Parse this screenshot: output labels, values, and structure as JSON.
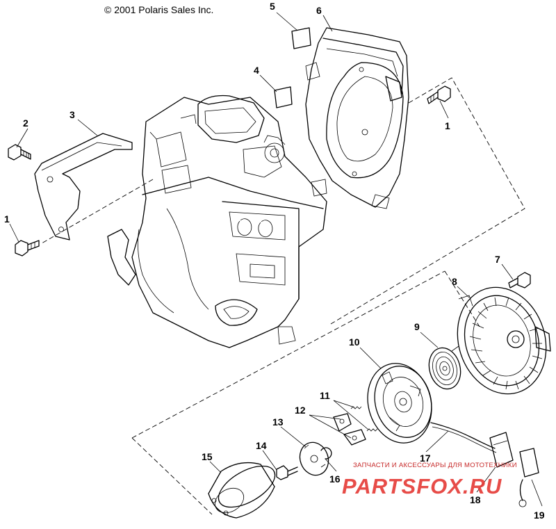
{
  "copyright": "© 2001 Polaris Sales Inc.",
  "callouts": [
    "1",
    "1",
    "2",
    "3",
    "4",
    "5",
    "6",
    "7",
    "8",
    "9",
    "10",
    "11",
    "12",
    "13",
    "14",
    "15",
    "16",
    "17",
    "18",
    "19"
  ],
  "watermark": {
    "tagline": "ЗАПЧАСТИ И АКСЕССУАРЫ ДЛЯ МОТОТЕХНИКИ",
    "brand": "PARTSFOX.RU",
    "color": "#e53935"
  }
}
